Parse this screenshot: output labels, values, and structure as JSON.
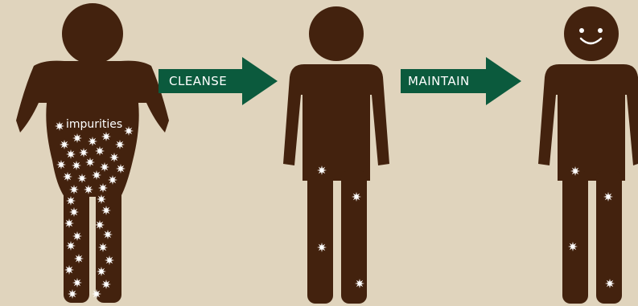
{
  "colors": {
    "background": "#e0d4bd",
    "figure": "#43220e",
    "arrow": "#0b5a3d",
    "sparkle": "#ffffff"
  },
  "figures": [
    {
      "name": "before-figure",
      "state": "heavy, full of impurities"
    },
    {
      "name": "cleansed-figure",
      "state": "slim, few impurities"
    },
    {
      "name": "maintained-figure",
      "state": "slim, few impurities, smiling"
    }
  ],
  "arrows": [
    {
      "label": "CLEANSE"
    },
    {
      "label": "MAINTAIN"
    }
  ],
  "labels": {
    "impurities": "impurities"
  },
  "icons": {
    "sparkle": "sparkle-icon",
    "smiley": "smiley-face-icon"
  }
}
